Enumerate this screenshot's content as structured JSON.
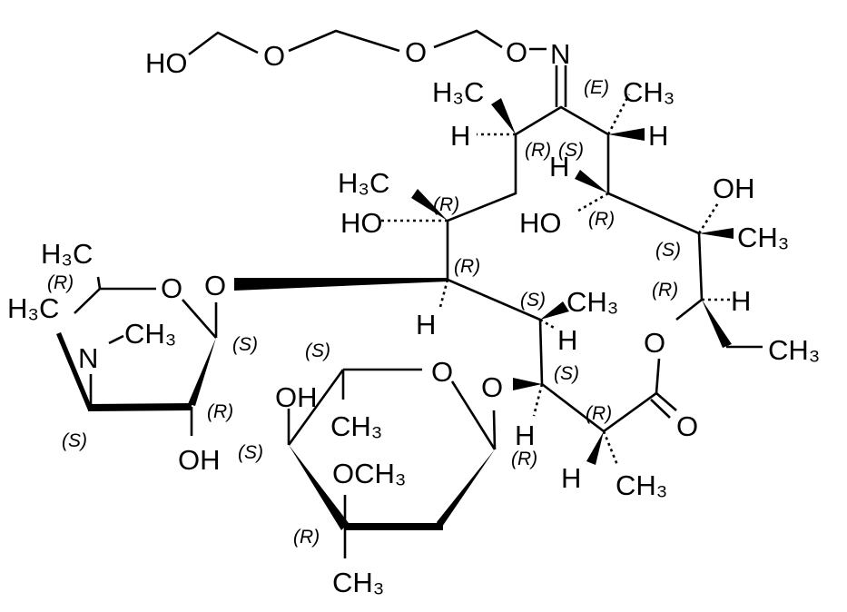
{
  "title": "Clarithromycin-like macrolide oxime ether structure",
  "atoms": {
    "ho_top": "HO",
    "o1": "O",
    "o2": "O",
    "o3": "O",
    "n_oxime": "N",
    "h3c_a": "H₃C",
    "ch3_e": "CH₃",
    "h_a": "H",
    "h_b": "H",
    "h_c": "H",
    "h3c_b": "H₃C",
    "oh_a": "OH",
    "ho_a": "HO",
    "ho_b": "HO",
    "ch3_s": "CH₃",
    "h3c_c": "H₃C",
    "h3c_d": "H₃C",
    "o_ring_l": "O",
    "o_gly_l": "O",
    "n_amine": "N",
    "ch3_n": "CH₃",
    "h_d": "H",
    "ch3_f": "CH₃",
    "h_e": "H",
    "h_f": "H",
    "o_ester": "O",
    "ch3_et": "CH₃",
    "o_ring_r": "O",
    "o_gly_r": "O",
    "oh_b": "OH",
    "ch3_g": "CH₃",
    "o_carbonyl": "O",
    "h_g": "H",
    "oh_c": "OH",
    "och3": "OCH₃",
    "h_h": "H",
    "ch3_h": "CH₃",
    "ch3_i": "CH₃"
  },
  "stereo": {
    "e": "(E)",
    "r1": "(R)",
    "s1": "(S)",
    "r2": "(R)",
    "r3": "(R)",
    "s2": "(S)",
    "r4": "(R)",
    "r5": "(R)",
    "r6": "(R)",
    "s3": "(S)",
    "s4": "(S)",
    "s5": "(S)",
    "s6": "(S)",
    "s7": "(S)",
    "r7": "(R)",
    "r8": "(R)",
    "s8": "(S)",
    "r9": "(R)",
    "r10": "(R)"
  }
}
